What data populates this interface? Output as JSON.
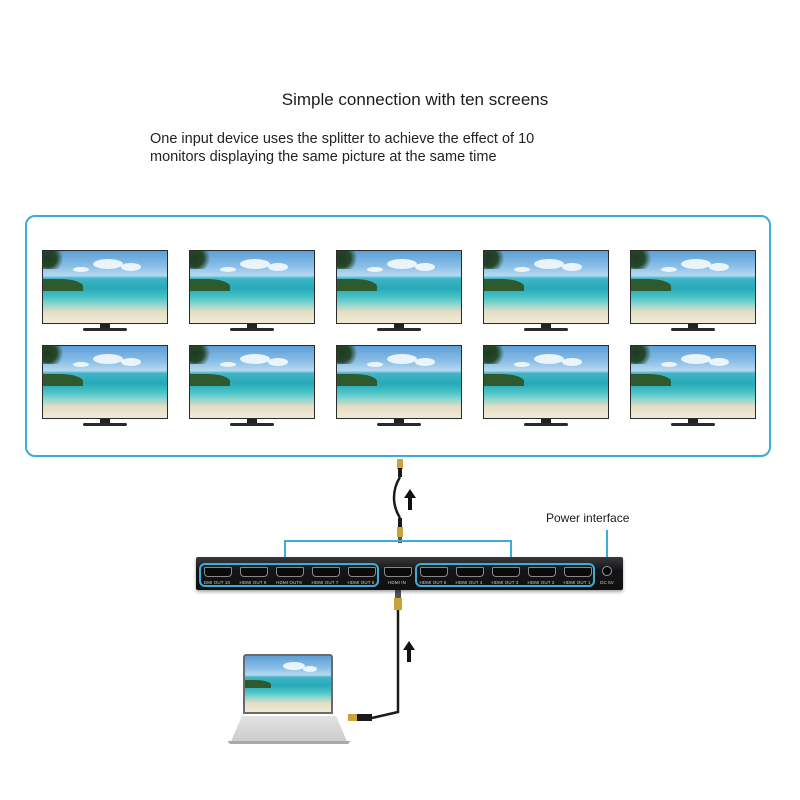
{
  "heading": "Simple connection with ten screens",
  "description_line1": "One input device uses the splitter to achieve the effect of 10",
  "description_line2": "monitors displaying the same picture at the same time",
  "power_label": "Power interface",
  "monitor_count": 10,
  "splitter": {
    "left_outputs": [
      "DMI OUT 10",
      "HDMI OUT 9",
      "HDMI OUT8",
      "HDMI OUT 7",
      "HDMI OUT 6"
    ],
    "input": "HDMI IN",
    "right_outputs": [
      "HDMI OUT 5",
      "HDMI OUT 4",
      "HDMI OUT 3",
      "HDMI OUT 2",
      "HDMI OUT 1"
    ],
    "power": "DC 5V"
  },
  "colors": {
    "accent": "#3aaed8",
    "device": "#141416",
    "cable": "#1a1a1a",
    "connector": "#c8a23a"
  }
}
